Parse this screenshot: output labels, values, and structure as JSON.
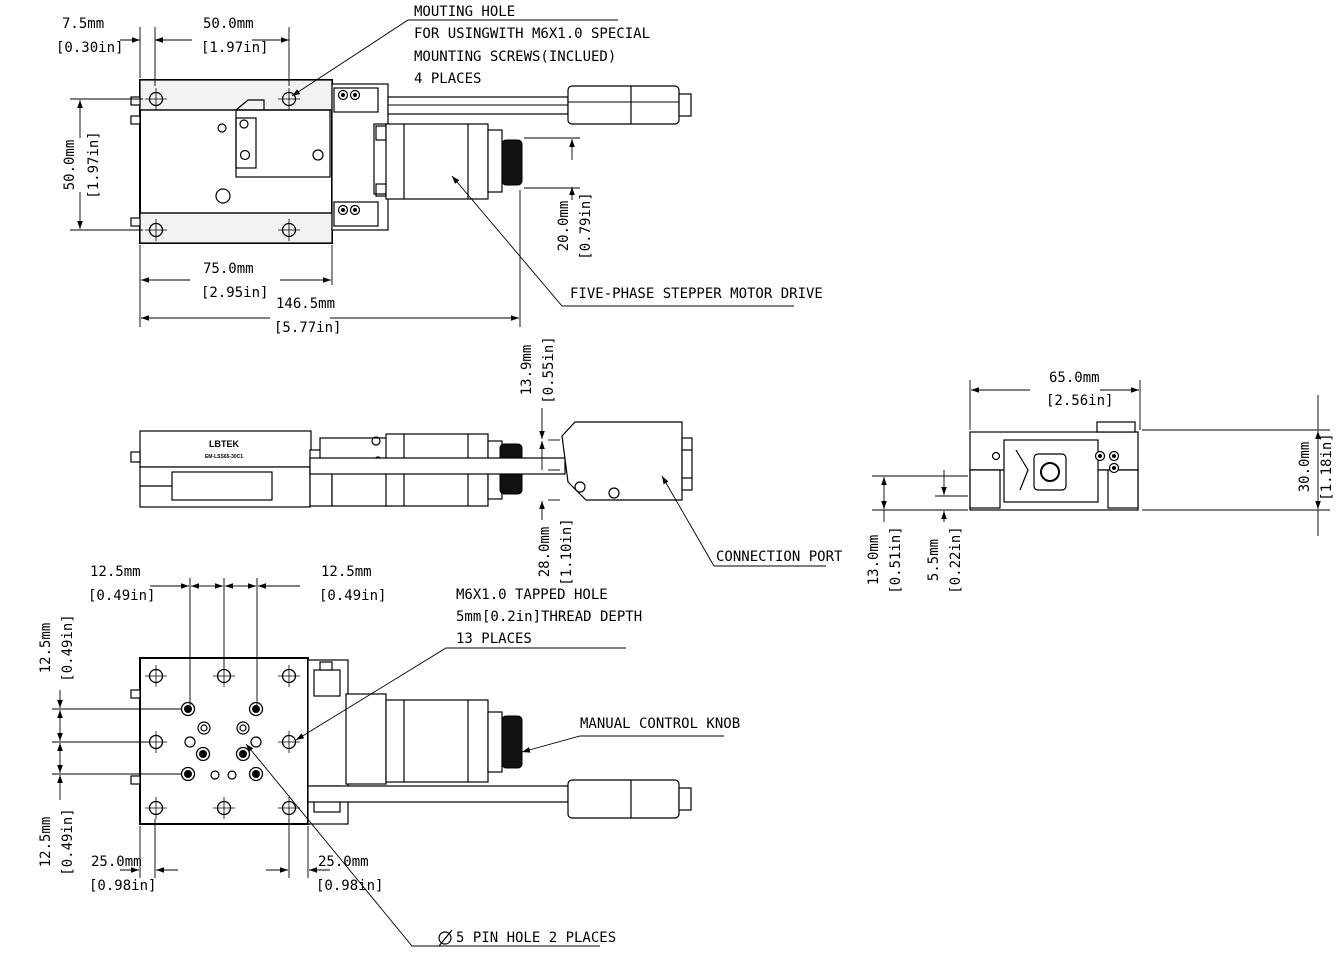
{
  "top_view": {
    "dims": {
      "d1_mm": "7.5mm",
      "d1_in": "[0.30in]",
      "d2_mm": "50.0mm",
      "d2_in": "[1.97in]",
      "d3_mm": "50.0mm",
      "d3_in": "[1.97in]",
      "d4_mm": "75.0mm",
      "d4_in": "[2.95in]",
      "d5_mm": "146.5mm",
      "d5_in": "[5.77in]",
      "d6_mm": "20.0mm",
      "d6_in": "[0.79in]"
    },
    "mounting_note": {
      "line1": "MOUTING HOLE",
      "line2": "FOR USINGWITH M6X1.0 SPECIAL",
      "line3": "MOUNTING SCREWS(INCLUED)",
      "line4": "4 PLACES"
    },
    "motor_note": "FIVE-PHASE STEPPER MOTOR DRIVE"
  },
  "side_view": {
    "brand": "LBTEK",
    "model": "EM-LSS65-30C1",
    "dims": {
      "d7_mm": "13.9mm",
      "d7_in": "[0.55in]",
      "d8_mm": "28.0mm",
      "d8_in": "[1.10in]"
    },
    "port_note": "CONNECTION PORT"
  },
  "end_view": {
    "dims": {
      "d9_mm": "65.0mm",
      "d9_in": "[2.56in]",
      "d10_mm": "30.0mm",
      "d10_in": "[1.18in]",
      "d11_mm": "13.0mm",
      "d11_in": "[0.51in]",
      "d12_mm": "5.5mm",
      "d12_in": "[0.22in]"
    }
  },
  "bottom_view": {
    "dims": {
      "d13_mm": "12.5mm",
      "d13_in": "[0.49in]",
      "d14_mm": "12.5mm",
      "d14_in": "[0.49in]",
      "d15_mm": "12.5mm",
      "d15_in": "[0.49in]",
      "d16_mm": "12.5mm",
      "d16_in": "[0.49in]",
      "d17_mm": "25.0mm",
      "d17_in": "[0.98in]",
      "d18_mm": "25.0mm",
      "d18_in": "[0.98in]"
    },
    "tapped_note": {
      "line1": "M6X1.0 TAPPED HOLE",
      "line2a": "5mm",
      "line2b": "[0.2in]",
      "line2c": "THREAD DEPTH",
      "line3": "13 PLACES"
    },
    "knob_note": "MANUAL CONTROL KNOB",
    "pin_note": "5 PIN HOLE 2 PLACES"
  }
}
